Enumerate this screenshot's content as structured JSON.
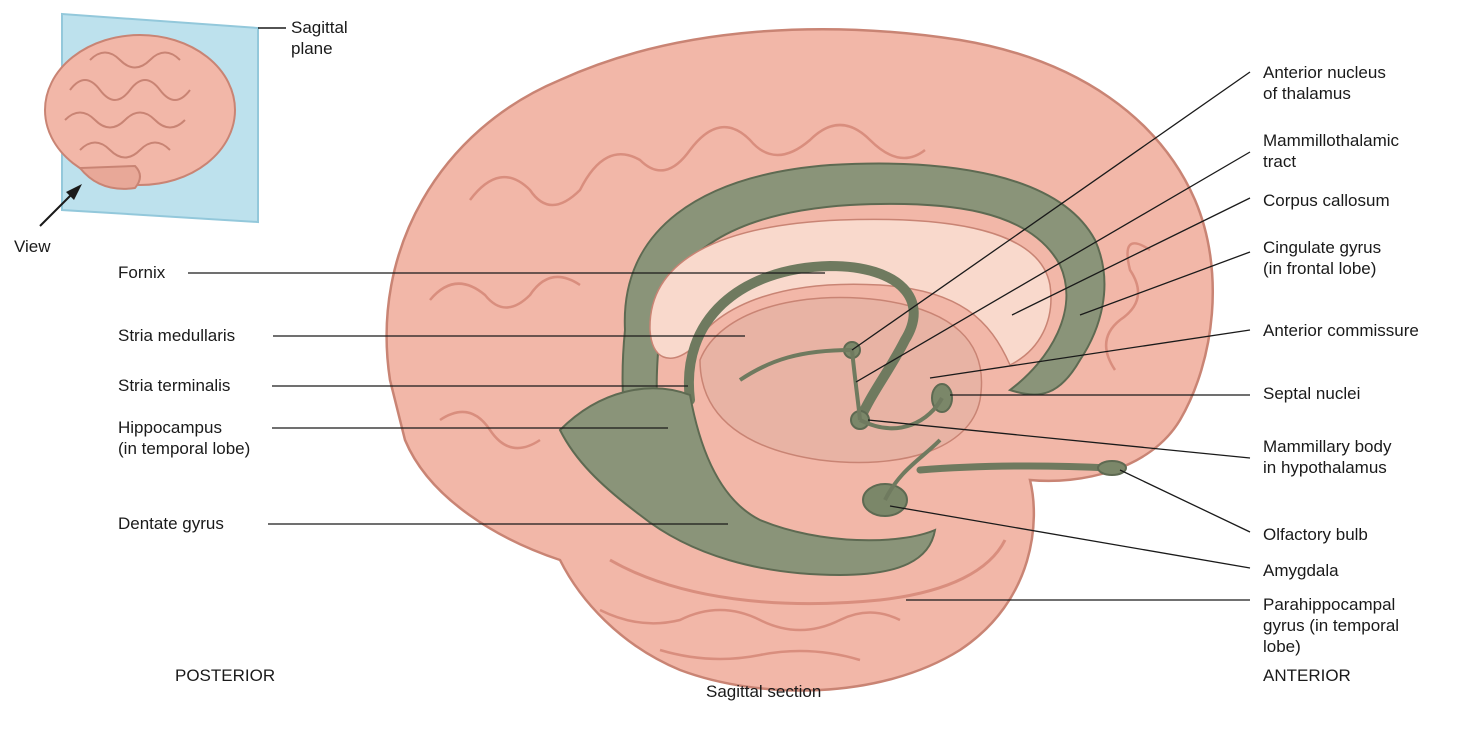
{
  "inset": {
    "plane_label": "Sagittal\nplane",
    "view_label": "View"
  },
  "labels_left": {
    "fornix": "Fornix",
    "stria_medullaris": "Stria medullaris",
    "stria_terminalis": "Stria terminalis",
    "hippocampus": "Hippocampus\n(in temporal lobe)",
    "dentate_gyrus": "Dentate gyrus"
  },
  "labels_right": {
    "anterior_nucleus": "Anterior nucleus\nof thalamus",
    "mammillothalamic": "Mammillothalamic\ntract",
    "corpus_callosum": "Corpus callosum",
    "cingulate_gyrus": "Cingulate gyrus\n(in frontal lobe)",
    "anterior_commissure": "Anterior commissure",
    "septal_nuclei": "Septal nuclei",
    "mammillary_body": "Mammillary body\nin hypothalamus",
    "olfactory_bulb": "Olfactory bulb",
    "amygdala": "Amygdala",
    "parahippocampal": "Parahippocampal\ngyrus (in temporal\nlobe)"
  },
  "orientation": {
    "posterior": "POSTERIOR",
    "anterior": "ANTERIOR",
    "caption": "Sagittal section"
  },
  "colors": {
    "brain_pink": "#f2b7a8",
    "brain_pink_dark": "#d98e7e",
    "limbic_green": "#8a9479",
    "limbic_dark": "#5e6a52",
    "callosum": "#f9d9cc",
    "plane_blue": "#a8d8e8"
  }
}
